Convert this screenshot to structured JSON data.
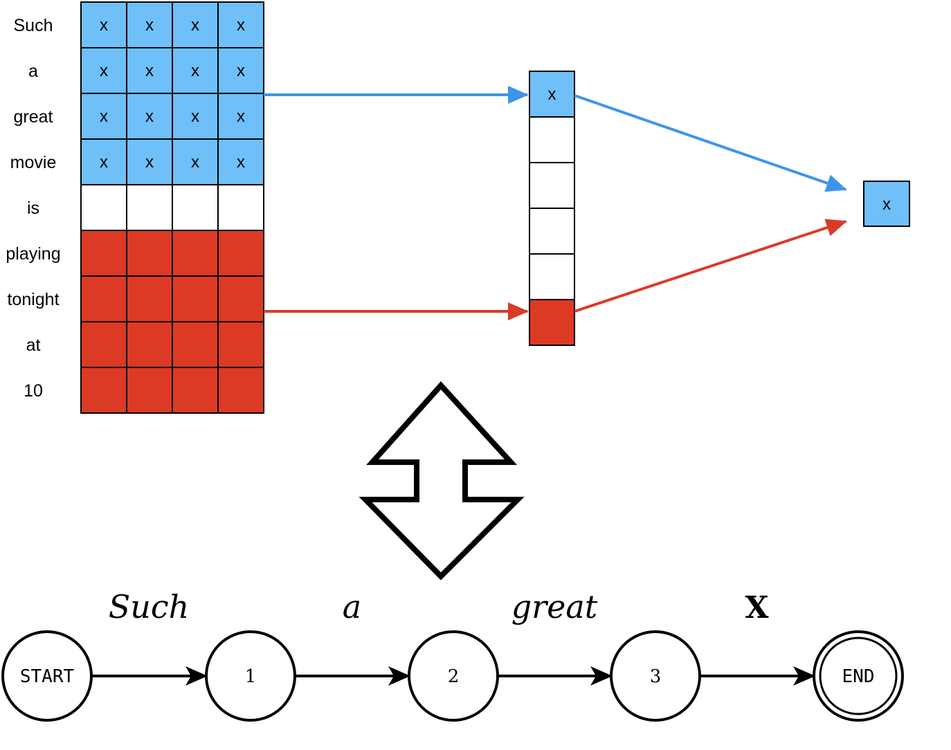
{
  "colors": {
    "blue": "#6fbff8",
    "red": "#dc3a24",
    "blue_arrow": "#3d95ea",
    "red_arrow": "#d93b27",
    "white": "#ffffff",
    "black": "#000000"
  },
  "matrix": {
    "cell_mark": "x",
    "rows": [
      {
        "word": "Such",
        "fill": "blue",
        "marked": true
      },
      {
        "word": "a",
        "fill": "blue",
        "marked": true
      },
      {
        "word": "great",
        "fill": "blue",
        "marked": true
      },
      {
        "word": "movie",
        "fill": "blue",
        "marked": true
      },
      {
        "word": "is",
        "fill": "white",
        "marked": false
      },
      {
        "word": "playing",
        "fill": "red",
        "marked": false
      },
      {
        "word": "tonight",
        "fill": "red",
        "marked": false
      },
      {
        "word": "at",
        "fill": "red",
        "marked": false
      },
      {
        "word": "10",
        "fill": "red",
        "marked": false
      }
    ],
    "columns": 4
  },
  "vector": {
    "cells": [
      {
        "fill": "blue",
        "mark": "x"
      },
      {
        "fill": "white",
        "mark": ""
      },
      {
        "fill": "white",
        "mark": ""
      },
      {
        "fill": "white",
        "mark": ""
      },
      {
        "fill": "white",
        "mark": ""
      },
      {
        "fill": "red",
        "mark": ""
      }
    ]
  },
  "output": {
    "fill": "blue",
    "mark": "x"
  },
  "transition_icon": "double-arrow-up-down-icon",
  "automaton": {
    "states": [
      {
        "id": "start",
        "label": "START",
        "accepting": false
      },
      {
        "id": "s1",
        "label": "1",
        "accepting": false
      },
      {
        "id": "s2",
        "label": "2",
        "accepting": false
      },
      {
        "id": "s3",
        "label": "3",
        "accepting": false
      },
      {
        "id": "end",
        "label": "END",
        "accepting": true
      }
    ],
    "edges": [
      {
        "label": "Such",
        "style": "italic"
      },
      {
        "label": "a",
        "style": "italic"
      },
      {
        "label": "great",
        "style": "italic"
      },
      {
        "label": "X",
        "style": "bold"
      }
    ]
  }
}
